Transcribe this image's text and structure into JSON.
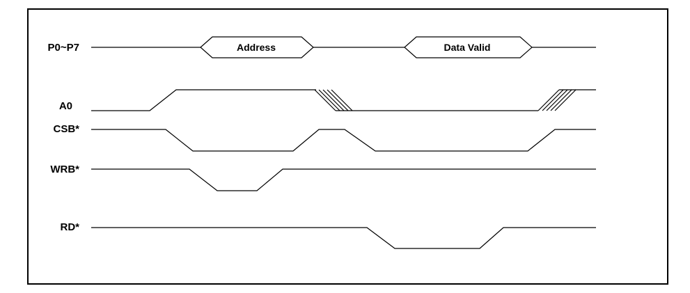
{
  "signals": {
    "p0_p7": "P0~P7",
    "a0": "A0",
    "csb": "CSB*",
    "wrb": "WRB*",
    "rd": "RD*"
  },
  "bus_values": {
    "address": "Address",
    "data_valid": "Data Valid"
  }
}
